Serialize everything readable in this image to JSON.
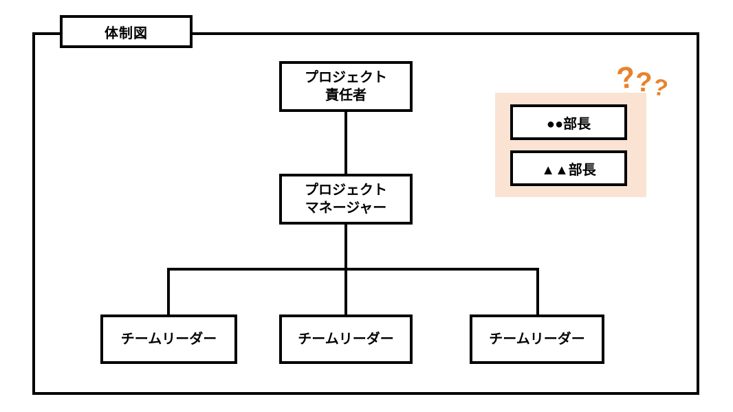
{
  "diagram": {
    "title": "体制図",
    "colors": {
      "line": "#000000",
      "highlight_background": "#FAE3D3",
      "accent_orange": "#E8822E",
      "node_background": "#ffffff"
    },
    "nodes": {
      "director": {
        "line1": "プロジェクト",
        "line2": "責任者"
      },
      "project_manager": {
        "line1": "プロジェクト",
        "line2": "マネージャー"
      },
      "team_leaders": [
        {
          "label": "チームリーダー"
        },
        {
          "label": "チームリーダー"
        },
        {
          "label": "チームリーダー"
        }
      ]
    },
    "highlight_group": {
      "departments": [
        {
          "label": "●●部長"
        },
        {
          "label": "▲▲部長"
        }
      ],
      "annotation": {
        "marks": [
          "?",
          "?",
          "?"
        ]
      }
    }
  }
}
